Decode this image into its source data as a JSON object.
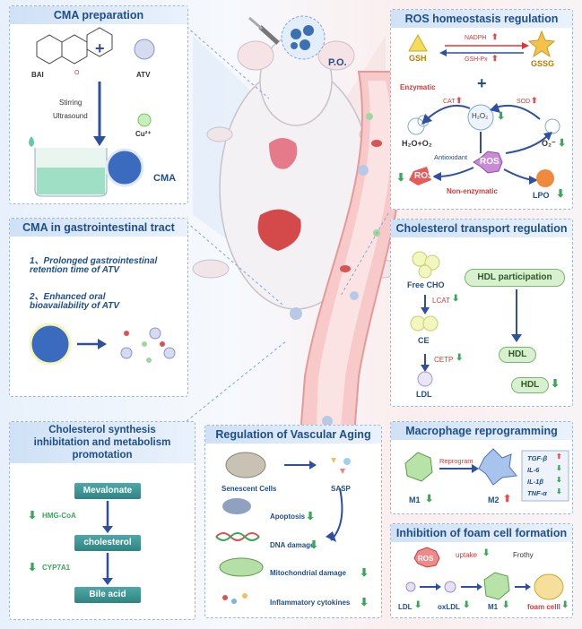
{
  "panels": {
    "cma_prep": {
      "title": "CMA preparation",
      "bai": "BAI",
      "atv": "ATV",
      "plus": "+",
      "stirring": "Stirring",
      "ultrasound": "Ultrasound",
      "cu": "Cu²⁺",
      "cma": "CMA"
    },
    "gi": {
      "title": "CMA in gastrointestinal tract",
      "point1a": "1、Prolonged gastrointestinal",
      "point1b": "retention time of ATV",
      "point2a": "2、Enhanced oral",
      "point2b": "bioavailability of ATV"
    },
    "synth": {
      "title_l1": "Cholesterol synthesis",
      "title_l2": "inhibitation and metabolism",
      "title_l3": "promotation",
      "mevalonate": "Mevalonate",
      "hmg": "HMG-CoA",
      "cholesterol": "cholesterol",
      "cyp": "CYP7A1",
      "bile": "Bile acid"
    },
    "aging": {
      "title": "Regulation of Vascular Aging",
      "senescent": "Senescent Cells",
      "sasp": "SASP",
      "apoptosis": "Apoptosis",
      "dna": "DNA damage",
      "mito": "Mitochondrial damage",
      "inflam": "Inflammatory cytokines"
    },
    "ros": {
      "title": "ROS homeostasis regulation",
      "gsh": "GSH",
      "gssg": "GSSG",
      "nadph": "NADPH",
      "gshpx": "GSH-Px",
      "enzymatic": "Enzymatic",
      "cat": "CAT",
      "sod": "SOD",
      "h2o2": "H₂O₂",
      "h2o_o2": "H₂O+O₂",
      "o2minus": "O₂⁻",
      "antioxidant": "Antioxidant",
      "ros": "ROS",
      "ros2": "ROS",
      "nonenz": "Non-enzymatic",
      "lpo": "LPO",
      "plus": "+"
    },
    "chol": {
      "title": "Cholesterol transport regulation",
      "free": "Free CHO",
      "lcat": "LCAT",
      "ce": "CE",
      "cetp": "CETP",
      "ldl": "LDL",
      "hdlp": "HDL participation",
      "hdl1": "HDL",
      "hdl2": "HDL"
    },
    "macro": {
      "title": "Macrophage reprogramming",
      "reprogram": "Reprogram",
      "m1": "M1",
      "m2": "M2",
      "tgf": "TGF-β",
      "il6": "IL-6",
      "il1": "IL-1β",
      "tnf": "TNF-α"
    },
    "foam": {
      "title": "Inhibition of foam cell formation",
      "ros": "ROS",
      "uptake": "uptake",
      "frothy": "Frothy",
      "ldl": "LDL",
      "oxldl": "oxLDL",
      "m1": "M1",
      "foamcell": "foam celll"
    }
  },
  "center": {
    "po": "P.O."
  },
  "colors": {
    "title_blue": "#1f4e8a",
    "up_red": "#e05050",
    "down_green": "#37a85a",
    "box_teal": "#2f8483"
  }
}
